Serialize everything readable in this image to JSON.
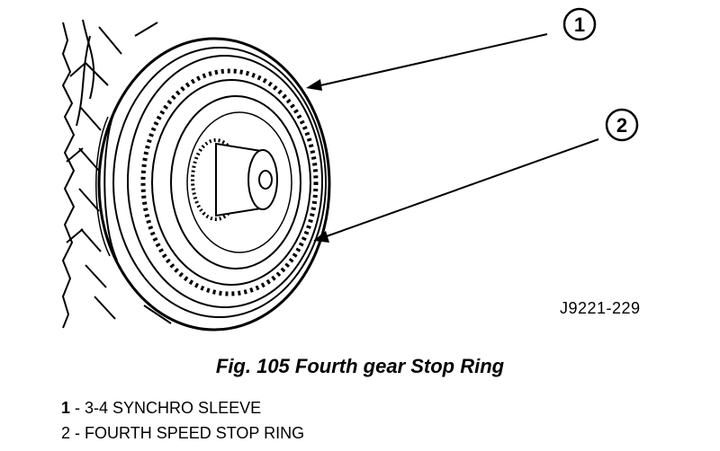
{
  "figure": {
    "figure_id": "J9221-229",
    "caption": "Fig. 105 Fourth gear Stop Ring",
    "callouts": [
      {
        "number": "1",
        "part": "3-4 SYNCHRO SLEEVE"
      },
      {
        "number": "2",
        "part": "FOURTH SPEED STOP RING"
      }
    ]
  }
}
